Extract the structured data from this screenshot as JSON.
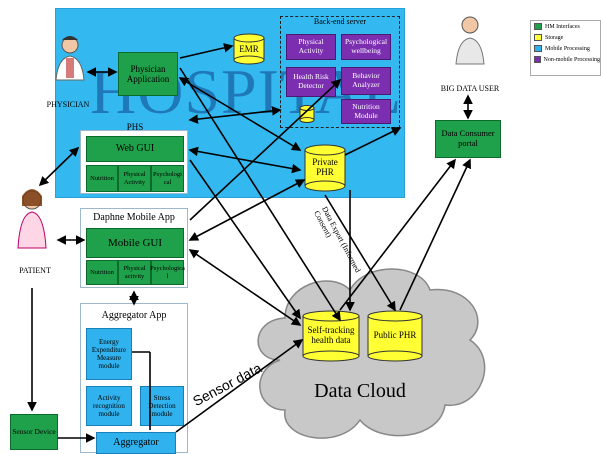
{
  "hospital": {
    "watermark": "HOSPITAL"
  },
  "backend": {
    "title": "Back-end server",
    "modules": [
      "Physical Activity",
      "Psychological wellbeing",
      "Health Risk Detector",
      "Behavior Analyzer",
      "Nutrition Module"
    ]
  },
  "emr": "EMR",
  "physician": {
    "label": "PHYSICIAN",
    "app": "Physician Application"
  },
  "phs": {
    "title": "PHS",
    "gui": "Web GUI",
    "cells": [
      "Nutrition",
      "Physical Activity",
      "Psychologi cal"
    ]
  },
  "private_phr": "Private PHR",
  "patient": {
    "label": "PATIENT"
  },
  "mobile_app": {
    "title": "Daphne Mobile App",
    "gui": "Mobile GUI",
    "cells": [
      "Nutrition",
      "Physical activity",
      "Psychologica l"
    ]
  },
  "aggregator_app": {
    "title": "Aggregator App",
    "modules": [
      "Energy Expenditure Measure module",
      "Activity recognition module",
      "Stress Detection module"
    ],
    "aggregator": "Aggregator"
  },
  "sensor_device": "Sensor Device",
  "sensor_data": "Sensor data",
  "cloud": {
    "title": "Data Cloud",
    "self_tracking": "Self-tracking health data",
    "public_phr": "Public PHR"
  },
  "big_data_user": {
    "label": "BIG DATA USER",
    "portal": "Data Consumer portal"
  },
  "data_export": "Data Export (Informed Consent)",
  "legend": [
    {
      "label": "HM Interfaces",
      "color": "#1fa04a"
    },
    {
      "label": "Storage",
      "color": "#ffff33"
    },
    {
      "label": "Mobile Processing",
      "color": "#2fb2ee"
    },
    {
      "label": "Non-mobile Processing",
      "color": "#7b2fb0"
    }
  ]
}
